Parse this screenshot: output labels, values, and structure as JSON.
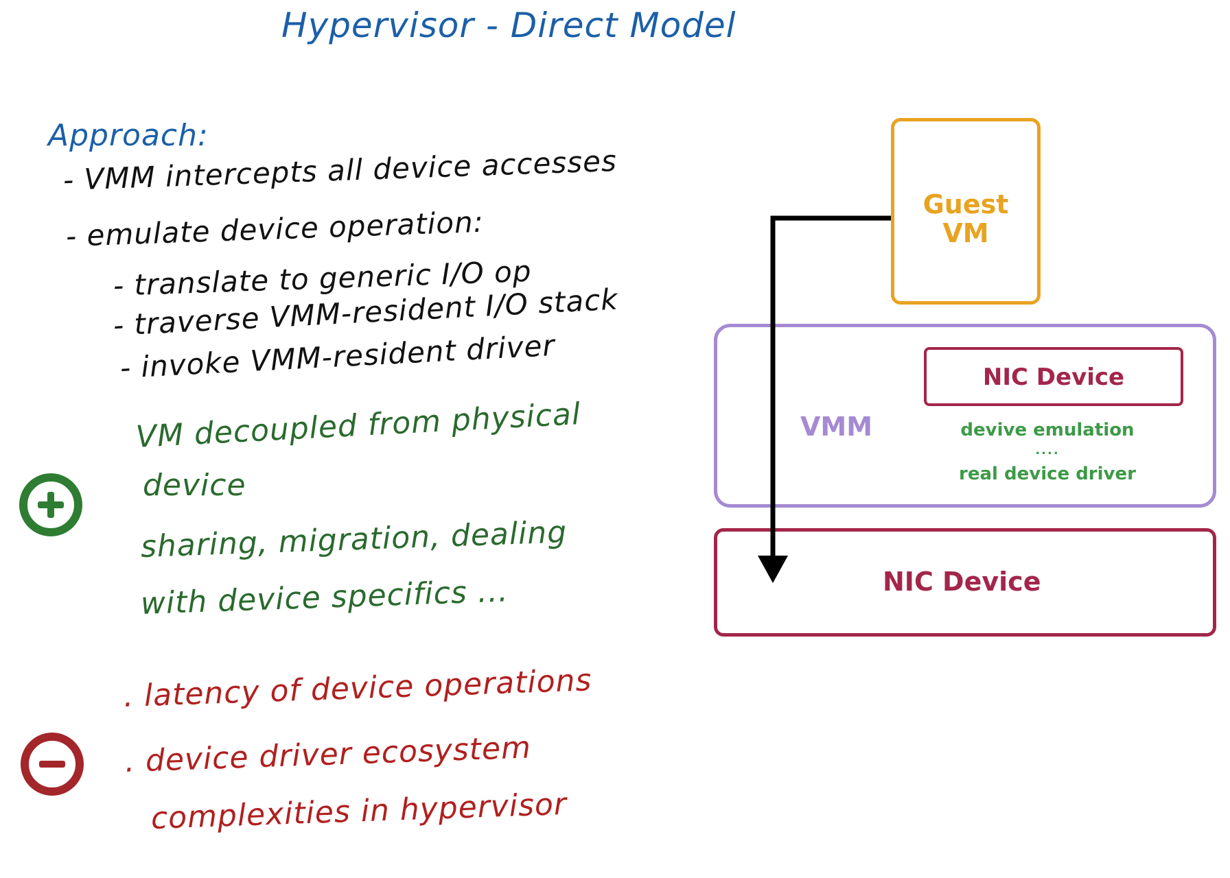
{
  "title": "Hypervisor - Direct Model",
  "approach": {
    "heading": "Approach:",
    "lines": [
      "- VMM intercepts all device accesses",
      "- emulate device operation:",
      "- translate to generic I/O op",
      "- traverse VMM-resident I/O stack",
      "- invoke VMM-resident driver"
    ]
  },
  "pros": {
    "icon": "plus-circle-icon",
    "color": "#2e7d32",
    "lines": [
      "VM decoupled from physical",
      "device",
      "sharing, migration, dealing",
      "with device specifics ..."
    ]
  },
  "cons": {
    "icon": "minus-circle-icon",
    "color": "#a3262a",
    "lines": [
      ". latency of device operations",
      ". device driver ecosystem",
      "complexities in hypervisor"
    ]
  },
  "diagram": {
    "guest_vm": [
      "Guest",
      "VM"
    ],
    "vmm": "VMM",
    "nic_device_inner": "NIC Device",
    "emulation": "devive emulation",
    "dots": "....",
    "driver": "real device driver",
    "nic_device_outer": "NIC Device",
    "colors": {
      "guest": "#e8a321",
      "vmm": "#a58ad3",
      "nic": "#a3264a",
      "emulation_text": "#3d9a47",
      "arrow": "#000000"
    }
  }
}
